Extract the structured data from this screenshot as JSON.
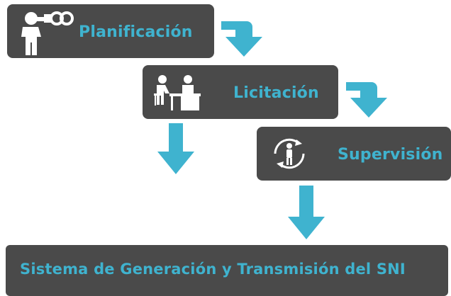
{
  "colors": {
    "box_bg": "#4a4a4a",
    "text_accent": "#3fb3cf",
    "arrow": "#3fb3cf",
    "icon": "#ffffff",
    "background": "#ffffff"
  },
  "steps": [
    {
      "label": "Planificación",
      "icon": "binoculars-person-icon"
    },
    {
      "label": "Licitación",
      "icon": "meeting-desk-icon"
    },
    {
      "label": "Supervisión",
      "icon": "cycle-person-icon"
    }
  ],
  "result": {
    "label": "Sistema de Generación y Transmisión del SNI"
  }
}
